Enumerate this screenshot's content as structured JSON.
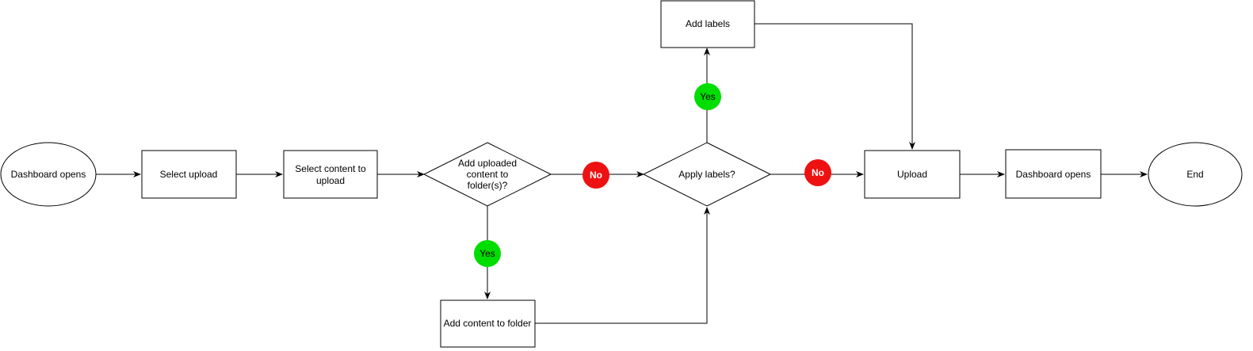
{
  "colors": {
    "stroke": "#000000",
    "node_fill": "#ffffff",
    "yes_badge": "#00dd00",
    "no_badge": "#ee1111",
    "no_text": "#ffffff"
  },
  "nodes": {
    "start": {
      "label": "Dashboard opens",
      "shape": "ellipse"
    },
    "select_upload": {
      "label": "Select upload",
      "shape": "rectangle"
    },
    "select_content": {
      "line1": "Select content to",
      "line2": "upload",
      "shape": "rectangle"
    },
    "decision_folder": {
      "line1": "Add uploaded",
      "line2": "content to",
      "line3": "folder(s)?",
      "shape": "diamond"
    },
    "add_content_folder": {
      "label": "Add content to folder",
      "shape": "rectangle"
    },
    "decision_labels": {
      "label": "Apply labels?",
      "shape": "diamond"
    },
    "add_labels": {
      "label": "Add labels",
      "shape": "rectangle"
    },
    "upload": {
      "label": "Upload",
      "shape": "rectangle"
    },
    "dashboard_end": {
      "label": "Dashboard opens",
      "shape": "rectangle"
    },
    "end": {
      "label": "End",
      "shape": "ellipse"
    }
  },
  "badges": {
    "folder_no": "No",
    "folder_yes": "Yes",
    "labels_no": "No",
    "labels_yes": "Yes"
  }
}
